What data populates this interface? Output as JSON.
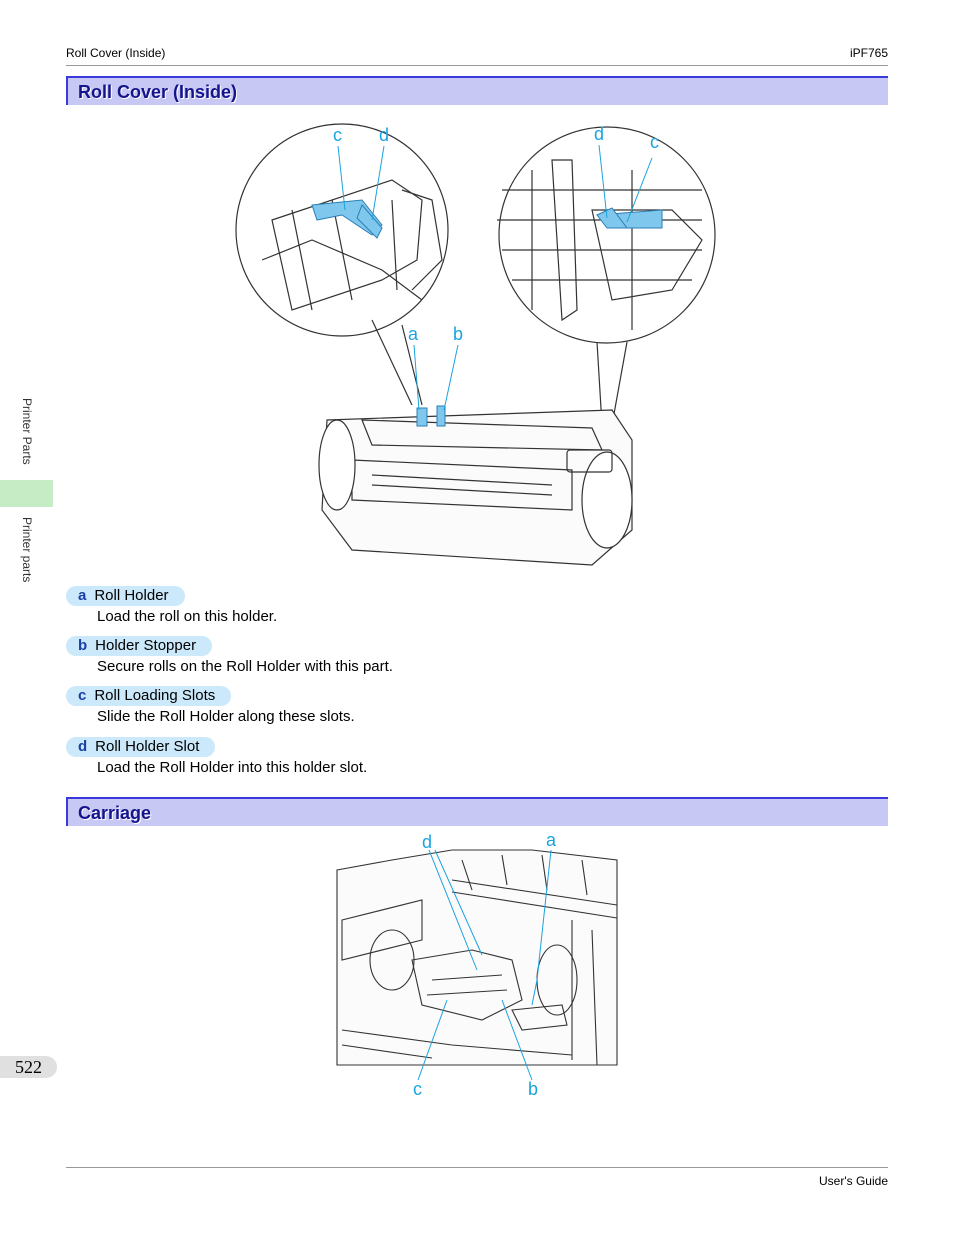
{
  "header": {
    "section_title": "Roll Cover (Inside)",
    "model": "iPF765"
  },
  "sections": [
    {
      "title": "Roll Cover (Inside)"
    },
    {
      "title": "Carriage"
    }
  ],
  "figure1": {
    "labels": [
      "c",
      "d",
      "d",
      "c",
      "a",
      "b"
    ]
  },
  "roll_cover_items": [
    {
      "letter": "a",
      "name": "Roll Holder",
      "description": "Load the roll on this holder."
    },
    {
      "letter": "b",
      "name": "Holder Stopper",
      "description": "Secure rolls on the Roll Holder with this part."
    },
    {
      "letter": "c",
      "name": "Roll Loading Slots",
      "description": "Slide the Roll Holder along these slots."
    },
    {
      "letter": "d",
      "name": "Roll Holder Slot",
      "description": "Load the Roll Holder into this holder slot."
    }
  ],
  "figure2": {
    "labels": [
      "d",
      "a",
      "c",
      "b"
    ]
  },
  "sidebar": {
    "upper": "Printer Parts",
    "lower": "Printer parts"
  },
  "page_number": "522",
  "footer": {
    "guide": "User's Guide"
  },
  "colors": {
    "accent_blue": "#1aa3e0",
    "header_band": "#c8c8f4",
    "pill": "#cbe9fa",
    "tab_green": "#c6ecc6"
  }
}
